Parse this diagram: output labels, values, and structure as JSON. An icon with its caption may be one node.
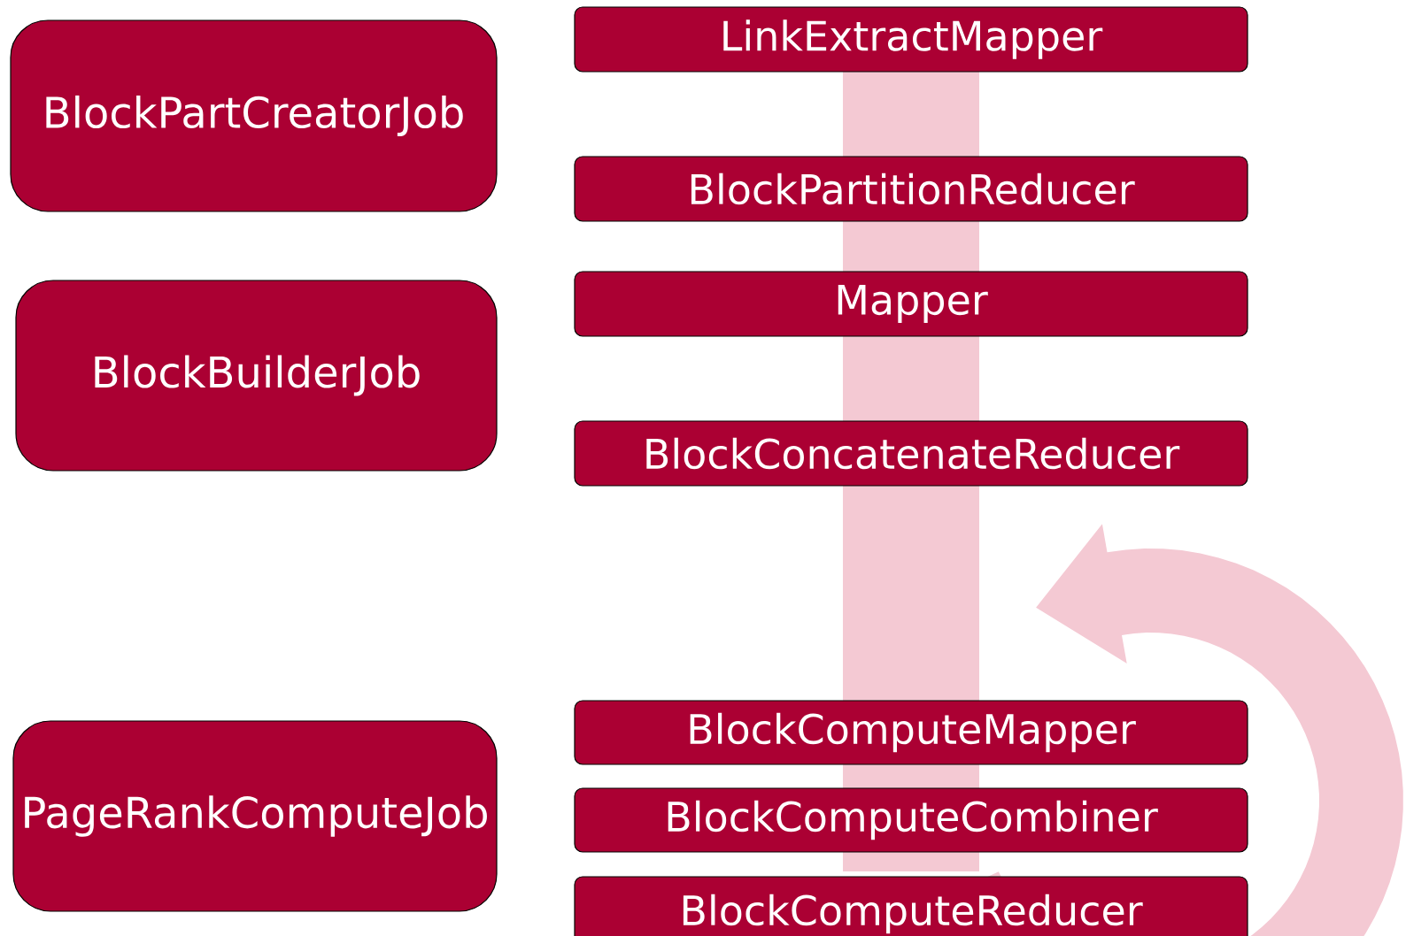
{
  "diagram": {
    "nodes": [
      {
        "text": [
          "BlockPartCreatorJob"
        ]
      },
      {
        "text": [
          "LinkExtractMapper"
        ]
      },
      {
        "text": [
          "BlockPartitionReducer"
        ]
      },
      {
        "text": [
          "BlockBuilderJob"
        ]
      },
      {
        "text": [
          "Mapper"
        ]
      },
      {
        "text": [
          "BlockConcatenateReducer"
        ]
      },
      {
        "text": [
          "PageRankComputeJob"
        ]
      },
      {
        "text": [
          "BlockComputeMapper"
        ]
      },
      {
        "text": [
          "BlockComputeCombiner"
        ]
      },
      {
        "text": [
          "BlockComputeReducer"
        ]
      }
    ]
  }
}
